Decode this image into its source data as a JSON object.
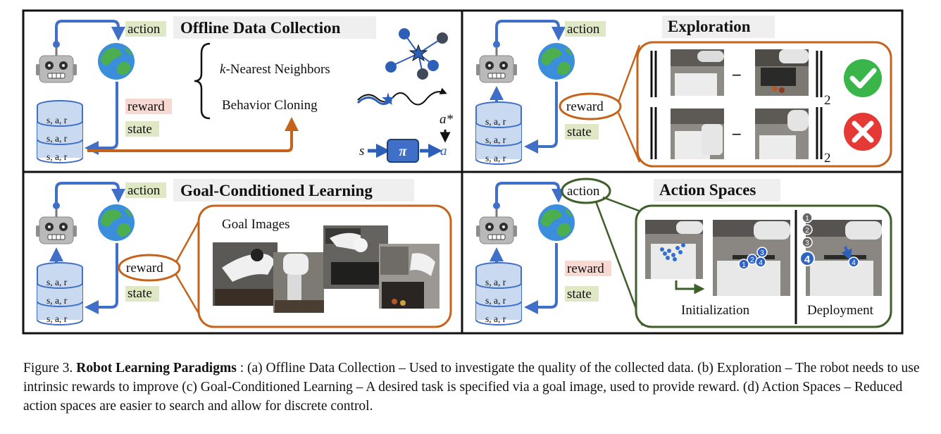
{
  "panels": {
    "offline": {
      "title": "Offline Data Collection",
      "action": "action",
      "reward": "reward",
      "state": "state",
      "db_row": "s, a, r",
      "methods": [
        "k-Nearest Neighbors",
        "Behavior Cloning"
      ],
      "policy": {
        "input": "s",
        "policy": "π",
        "output": "a",
        "target": "a*"
      }
    },
    "exploration": {
      "title": "Exploration",
      "action": "action",
      "reward": "reward",
      "state": "state",
      "db_row": "s, a, r",
      "norm_subscript": "2",
      "minus": "–"
    },
    "goal": {
      "title": "Goal-Conditioned Learning",
      "action": "action",
      "reward": "reward",
      "state": "state",
      "db_row": "s, a, r",
      "goal_label": "Goal Images"
    },
    "action_spaces": {
      "title": "Action Spaces",
      "action": "action",
      "reward": "reward",
      "state": "state",
      "db_row": "s, a, r",
      "init_label": "Initialization",
      "deploy_label": "Deployment",
      "init_points": [
        "1",
        "2",
        "3",
        "4"
      ],
      "deploy_points": [
        "1",
        "2",
        "3",
        "4"
      ]
    }
  },
  "caption": {
    "figure": "Figure 3.",
    "bold": "Robot Learning Paradigms",
    "text": " : (a) Offline Data Collection – Used to investigate the quality of the collected data. (b) Exploration – The robot needs to use intrinsic rewards to improve (c) Goal-Conditioned Learning – A desired task is specified via a goal image, used to provide reward. (d) Action Spaces – Reduced action spaces are easier to search and allow for discrete control."
  },
  "colors": {
    "blue_arrow": "#3f6fc6",
    "orange": "#c4641c",
    "green": "#3f5f2a",
    "action_bg": "#dfe8c4",
    "reward_bg": "#f8d9d2",
    "title_bg": "#efefef",
    "check": "#39b54a",
    "cross": "#e53935"
  }
}
